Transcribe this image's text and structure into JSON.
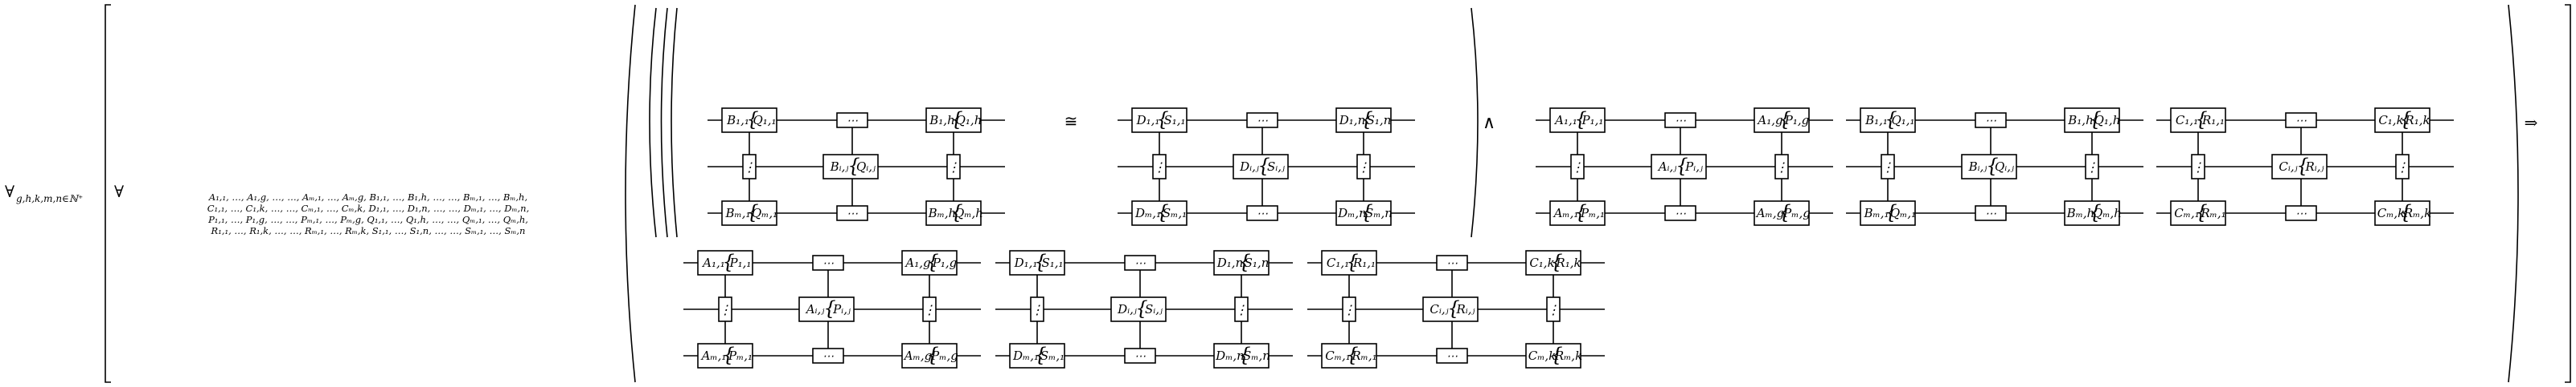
{
  "formula": {
    "outer_quantifier": "∀",
    "outer_subscript": "g,h,k,m,n∈ℕ⁺",
    "inner_quantifier": "∀",
    "variable_lines": [
      "A₁,₁, …, A₁,g, …, …, Aₘ,₁, …, Aₘ,g, B₁,₁, …, B₁,h, …, …, Bₘ,₁, …, Bₘ,h,",
      "C₁,₁, …, C₁,k, …, …, Cₘ,₁, …, Cₘ,k, D₁,₁, …, D₁,n, …, …, Dₘ,₁, …, Dₘ,n,",
      "P₁,₁, …, P₁,g, …, …, Pₘ,₁, …, Pₘ,g, Q₁,₁, …, Q₁,h, …, …, Qₘ,₁, …, Qₘ,h,",
      "R₁,₁, …, R₁,k, …, …, Rₘ,₁, …, Rₘ,k, S₁,₁, …, S₁,n, …, …, Sₘ,₁, …, Sₘ,n"
    ],
    "congruence_symbol": "≅",
    "and_symbol": "∧",
    "implies_symbol": "⇒",
    "dots": "⋯",
    "vdots": "⋮",
    "blocks": {
      "left_B": {
        "r1": [
          "B₁,₁",
          "Q₁,₁",
          "B₁,h",
          "Q₁,h"
        ],
        "r2": [
          "Bᵢ,ⱼ",
          "Qᵢ,ⱼ"
        ],
        "r3": [
          "Bₘ,₁",
          "Qₘ,₁",
          "Bₘ,h",
          "Qₘ,h"
        ]
      },
      "left_D": {
        "r1": [
          "D₁,₁",
          "S₁,₁",
          "D₁,n",
          "S₁,n"
        ],
        "r2": [
          "Dᵢ,ⱼ",
          "Sᵢ,ⱼ"
        ],
        "r3": [
          "Dₘ,₁",
          "Sₘ,₁",
          "Dₘ,n",
          "Sₘ,n"
        ]
      },
      "right_A": {
        "r1": [
          "A₁,₁",
          "P₁,₁",
          "A₁,g",
          "P₁,g"
        ],
        "r2": [
          "Aᵢ,ⱼ",
          "Pᵢ,ⱼ"
        ],
        "r3": [
          "Aₘ,₁",
          "Pₘ,₁",
          "Aₘ,g",
          "Pₘ,g"
        ]
      },
      "right_B": {
        "r1": [
          "B₁,₁",
          "Q₁,₁",
          "B₁,h",
          "Q₁,h"
        ],
        "r2": [
          "Bᵢ,ⱼ",
          "Qᵢ,ⱼ"
        ],
        "r3": [
          "Bₘ,₁",
          "Qₘ,₁",
          "Bₘ,h",
          "Qₘ,h"
        ]
      },
      "right_C": {
        "r1": [
          "C₁,₁",
          "R₁,₁",
          "C₁,k",
          "R₁,k"
        ],
        "r2": [
          "Cᵢ,ⱼ",
          "Rᵢ,ⱼ"
        ],
        "r3": [
          "Cₘ,₁",
          "Rₘ,₁",
          "Cₘ,k",
          "Rₘ,k"
        ]
      },
      "bottom_A": {
        "r1": [
          "A₁,₁",
          "P₁,₁",
          "A₁,g",
          "P₁,g"
        ],
        "r2": [
          "Aᵢ,ⱼ",
          "Pᵢ,ⱼ"
        ],
        "r3": [
          "Aₘ,₁",
          "Pₘ,₁",
          "Aₘ,g",
          "Pₘ,g"
        ]
      },
      "bottom_D": {
        "r1": [
          "D₁,₁",
          "S₁,₁",
          "D₁,n",
          "S₁,n"
        ],
        "r2": [
          "Dᵢ,ⱼ",
          "Sᵢ,ⱼ"
        ],
        "r3": [
          "Dₘ,₁",
          "Sₘ,₁",
          "Dₘ,n",
          "Sₘ,n"
        ]
      },
      "bottom_C": {
        "r1": [
          "C₁,₁",
          "R₁,₁",
          "C₁,k",
          "R₁,k"
        ],
        "r2": [
          "Cᵢ,ⱼ",
          "Rᵢ,ⱼ"
        ],
        "r3": [
          "Cₘ,₁",
          "Rₘ,₁",
          "Cₘ,k",
          "Rₘ,k"
        ]
      }
    }
  }
}
